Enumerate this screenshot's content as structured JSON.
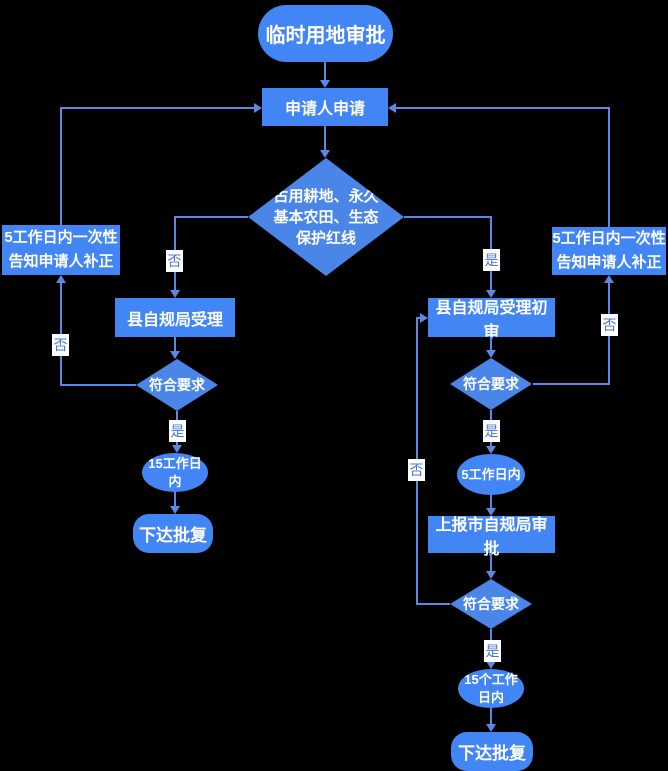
{
  "diagram_title": "临时用地审批",
  "colors": {
    "background": "#000000",
    "shape_fill": "#4285f4",
    "diamond_fill": "#4a86e8",
    "line": "#5b87e5",
    "text": "#ffffff",
    "label_bg": "#ffffff",
    "label_text": "#4a74d8"
  },
  "labels": {
    "yes": "是",
    "no": "否"
  },
  "nodes": {
    "start": {
      "type": "terminator",
      "label": "临时用地审批"
    },
    "apply": {
      "type": "process",
      "label": "申请人申请"
    },
    "decision_main": {
      "type": "decision",
      "label": "占用耕地、永久\n基本农田、生态\n保护红线"
    },
    "notify_left": {
      "type": "process",
      "label": "5工作日内一次性\n告知申请人补正"
    },
    "county_accept": {
      "type": "process",
      "label": "县自规局受理"
    },
    "check_left": {
      "type": "decision",
      "label": "符合要求"
    },
    "days15_left": {
      "type": "duration",
      "label": "15工作日\n内"
    },
    "approve_left": {
      "type": "terminator",
      "label": "下达批复"
    },
    "notify_right": {
      "type": "process",
      "label": "5工作日内一次性\n告知申请人补正"
    },
    "county_review": {
      "type": "process",
      "label": "县自规局受理初审"
    },
    "check_right1": {
      "type": "decision",
      "label": "符合要求"
    },
    "days5_right": {
      "type": "duration",
      "label": "5工作日内"
    },
    "city_approval": {
      "type": "process",
      "label": "上报市自规局审批"
    },
    "check_right2": {
      "type": "decision",
      "label": "符合要求"
    },
    "days15_right": {
      "type": "duration",
      "label": "15个工作\n日内"
    },
    "approve_right": {
      "type": "terminator",
      "label": "下达批复"
    }
  },
  "edges": [
    {
      "from": "start",
      "to": "apply",
      "label": ""
    },
    {
      "from": "apply",
      "to": "decision_main",
      "label": ""
    },
    {
      "from": "decision_main",
      "to": "county_accept",
      "label": "否"
    },
    {
      "from": "decision_main",
      "to": "county_review",
      "label": "是"
    },
    {
      "from": "county_accept",
      "to": "check_left",
      "label": ""
    },
    {
      "from": "check_left",
      "to": "notify_left",
      "label": "否"
    },
    {
      "from": "notify_left",
      "to": "apply",
      "label": ""
    },
    {
      "from": "check_left",
      "to": "days15_left",
      "label": "是"
    },
    {
      "from": "days15_left",
      "to": "approve_left",
      "label": ""
    },
    {
      "from": "county_review",
      "to": "check_right1",
      "label": ""
    },
    {
      "from": "check_right1",
      "to": "notify_right",
      "label": "否"
    },
    {
      "from": "notify_right",
      "to": "apply",
      "label": ""
    },
    {
      "from": "check_right1",
      "to": "days5_right",
      "label": "是"
    },
    {
      "from": "days5_right",
      "to": "city_approval",
      "label": ""
    },
    {
      "from": "city_approval",
      "to": "check_right2",
      "label": ""
    },
    {
      "from": "check_right2",
      "to": "county_review",
      "label": "否"
    },
    {
      "from": "check_right2",
      "to": "days15_right",
      "label": "是"
    },
    {
      "from": "days15_right",
      "to": "approve_right",
      "label": ""
    }
  ]
}
